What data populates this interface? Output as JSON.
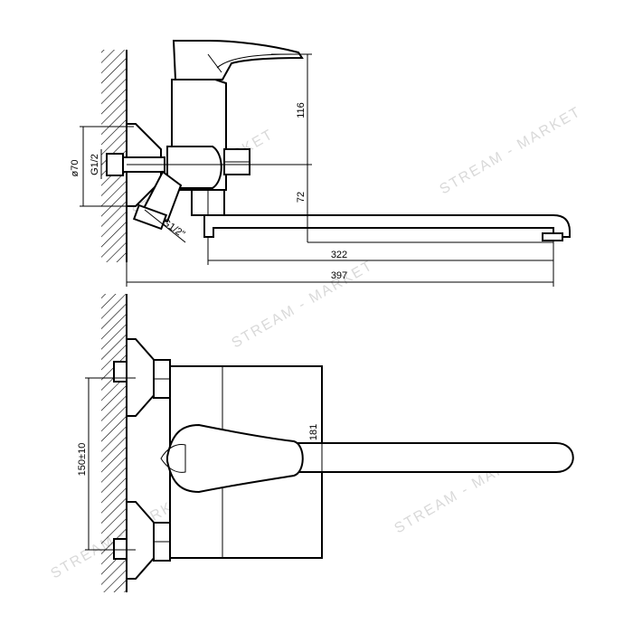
{
  "dimensions": {
    "d116": "116",
    "d72": "72",
    "d322": "322",
    "d397": "397",
    "d181": "181",
    "d150": "150±10",
    "d70": "ø70",
    "g12a": "G1/2",
    "g12b": "G1/2\""
  },
  "watermark": {
    "text": "STREAM - MARKET"
  },
  "colors": {
    "line": "#000000",
    "watermark": "#d9d9d9",
    "background": "#ffffff"
  }
}
